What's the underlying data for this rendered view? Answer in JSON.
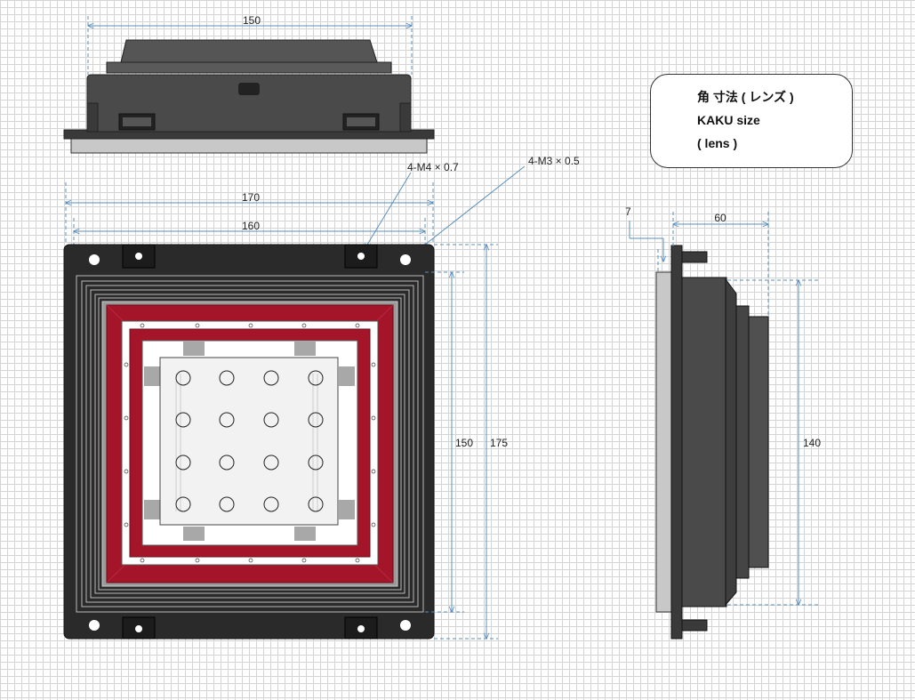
{
  "title_box": {
    "line1": "角 寸法 ( レンズ )",
    "line2": "KAKU size",
    "line3": "( lens )"
  },
  "dimensions": {
    "top_width": "150",
    "outer_width": "170",
    "hole_spacing_width": "160",
    "hole_spacing_height": "150",
    "outer_height": "175",
    "side_depth": "60",
    "flange_thickness": "7",
    "side_height": "140"
  },
  "callouts": {
    "m4": "4-M4 × 0.7",
    "m3": "4-M3 × 0.5"
  },
  "colors": {
    "housing": "#4a4a4a",
    "housing_dark": "#2a2a2a",
    "lens_red": "#a5152a",
    "dimension_line": "#5b8fbf",
    "panel_light": "#f2f2f2"
  }
}
